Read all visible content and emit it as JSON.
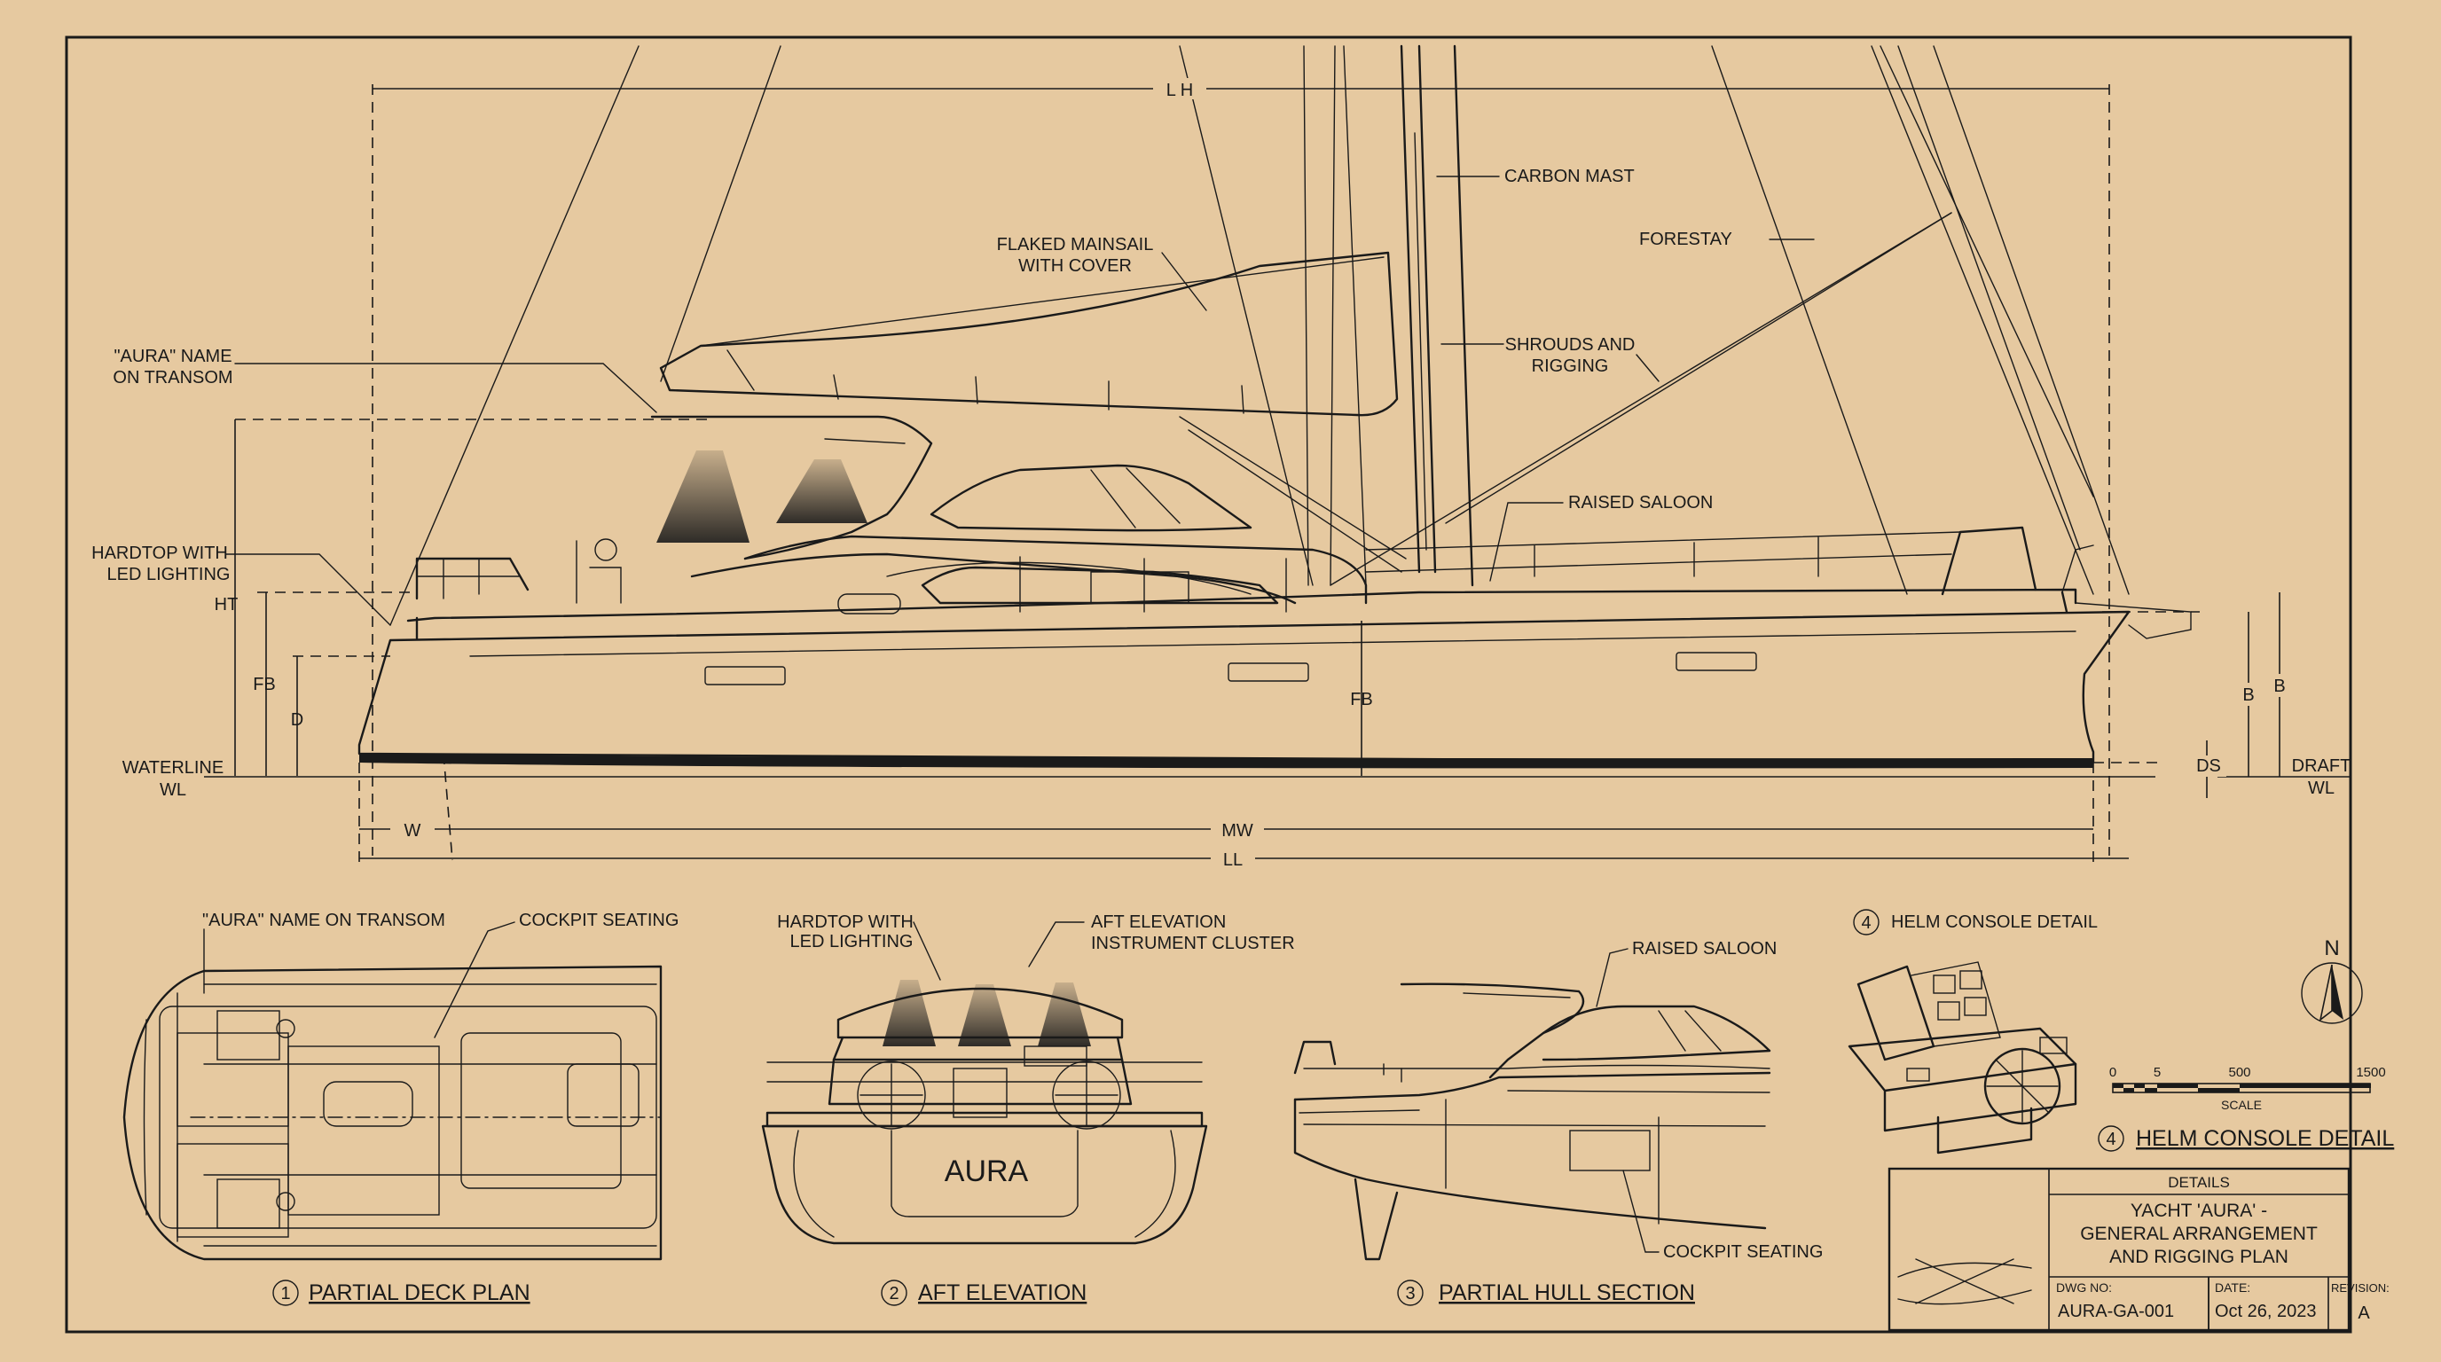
{
  "colors": {
    "paper": "#E6C9A0",
    "ink": "#1a1a1a"
  },
  "dimensions": {
    "lh": "L H",
    "ht": "HT",
    "fb_left": "FB",
    "d": "D",
    "waterline": "WATERLINE",
    "wl_left": "WL",
    "fb_mid": "FB",
    "w": "W",
    "mw": "MW",
    "ll": "LL",
    "b1": "B",
    "b2": "B",
    "ds": "DS",
    "draft": "DRAFT",
    "wl_right": "WL"
  },
  "profile_callouts": {
    "aura_name_1": "\"AURA\" NAME",
    "aura_name_2": "ON TRANSOM",
    "hardtop_1": "HARDTOP WITH",
    "hardtop_2": "LED LIGHTING",
    "mainsail_1": "FLAKED MAINSAIL",
    "mainsail_2": "WITH COVER",
    "carbon_mast": "CARBON MAST",
    "forestay": "FORESTAY",
    "shrouds_1": "SHROUDS AND",
    "shrouds_2": "RIGGING",
    "raised_saloon": "RAISED SALOON"
  },
  "deck_plan": {
    "callout_aura": "\"AURA\" NAME ON TRANSOM",
    "callout_seating": "COCKPIT SEATING",
    "number": "1",
    "title": "PARTIAL DECK PLAN"
  },
  "aft_elevation": {
    "callout_hardtop_1": "HARDTOP WITH",
    "callout_hardtop_2": "LED LIGHTING",
    "callout_aft_1": "AFT ELEVATION",
    "callout_aft_2": "INSTRUMENT CLUSTER",
    "transom_name": "AURA",
    "number": "2",
    "title": "AFT ELEVATION"
  },
  "hull_section": {
    "callout_saloon": "RAISED SALOON",
    "callout_seating": "COCKPIT SEATING",
    "number": "3",
    "title": "PARTIAL HULL SECTION"
  },
  "helm_detail": {
    "number_top": "4",
    "callout": "HELM CONSOLE DETAIL",
    "number": "4",
    "title": "HELM CONSOLE DETAIL"
  },
  "north": "N",
  "scale_bar": {
    "ticks": [
      "0",
      "5",
      "500",
      "1500"
    ],
    "label": "SCALE"
  },
  "title_block": {
    "header": "DETAILS",
    "title_1": "YACHT 'AURA' -",
    "title_2": "GENERAL ARRANGEMENT",
    "title_3": "AND RIGGING PLAN",
    "dwg_label": "DWG NO:",
    "dwg_value": "AURA-GA-001",
    "date_label": "DATE:",
    "date_value": "Oct 26, 2023",
    "rev_label": "REVISION:",
    "rev_value": "A"
  }
}
